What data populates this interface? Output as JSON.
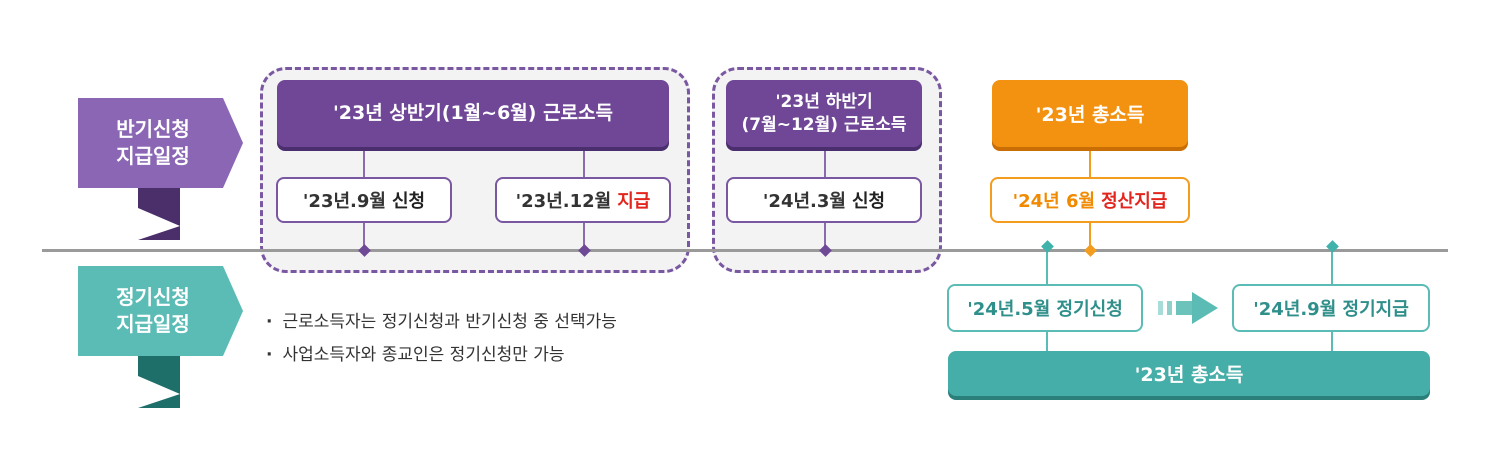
{
  "halfyear_label": "반기신청\n지급일정",
  "regular_label": "정기신청\n지급일정",
  "first_half": {
    "title": "'23년 상반기(1월~6월) 근로소득",
    "apply": {
      "date": "'23년.9월",
      "action": "신청"
    },
    "pay": {
      "date": "'23년.12월",
      "action": "지급"
    }
  },
  "second_half": {
    "title": "'23년 하반기\n(7월~12월) 근로소득",
    "apply": {
      "date": "'24년.3월",
      "action": "신청"
    }
  },
  "total_settlement": {
    "title": "'23년 총소득",
    "pay": {
      "date": "'24년 6월",
      "action": "정산지급"
    }
  },
  "regular": {
    "apply": "'24년.5월 정기신청",
    "pay": "'24년.9월 정기지급",
    "income": "'23년 총소득"
  },
  "notes": [
    "근로소득자는 정기신청과 반기신청 중 선택가능",
    "사업소득자와 종교인은 정기신청만 가능"
  ],
  "colors": {
    "purple": "#6f4796",
    "orange": "#f39110",
    "teal": "#46aea8",
    "red": "#e2261e"
  }
}
